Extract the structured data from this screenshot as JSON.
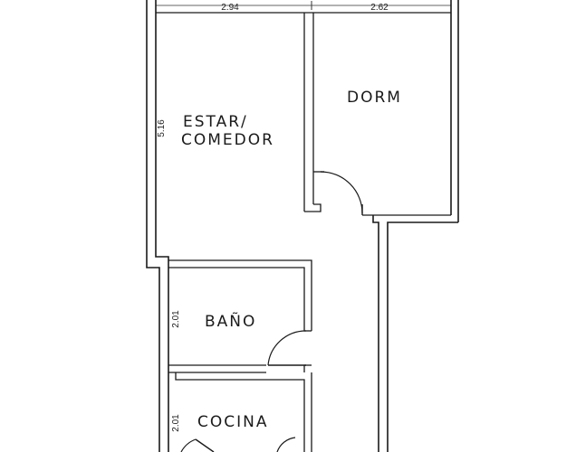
{
  "rooms": {
    "estar": [
      "ESTAR/",
      "COMEDOR"
    ],
    "dorm": "DORM",
    "bano": "BAÑO",
    "cocina": "COCINA"
  },
  "dimensions": {
    "top_left": "2.94",
    "top_right": "2.62",
    "left_estar": "5.16",
    "left_bano": "2.01",
    "left_cocina": "2.01"
  }
}
